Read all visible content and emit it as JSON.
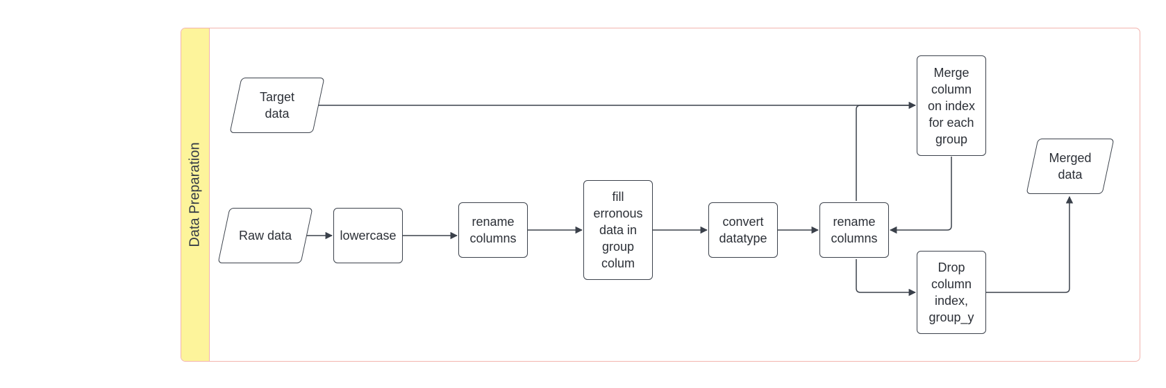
{
  "swimlane": {
    "title": "Data Preparation",
    "header_color": "#fdf49b",
    "border_color": "#f2b3ad"
  },
  "nodes": {
    "target_data": "Target\ndata",
    "raw_data": "Raw data",
    "lowercase": "lowercase",
    "rename_columns_1": "rename\ncolumns",
    "fill_erroneous": "fill\nerronous\ndata in\ngroup\ncolum",
    "convert_datatype": "convert\ndatatype",
    "rename_columns_2": "rename\ncolumns",
    "merge_column": "Merge\ncolumn\non index\nfor each\ngroup",
    "drop_column": "Drop\ncolumn\nindex,\ngroup_y",
    "merged_data": "Merged\ndata"
  },
  "colors": {
    "stroke": "#3a404a",
    "text": "#2b2f36"
  }
}
